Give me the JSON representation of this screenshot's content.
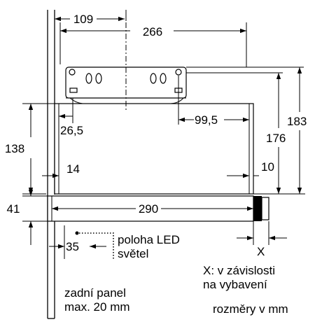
{
  "dimensions": {
    "d109": "109",
    "d266": "266",
    "d26_5": "26,5",
    "d99_5": "99,5",
    "d138": "138",
    "d176": "176",
    "d183": "183",
    "d14": "14",
    "d10": "10",
    "d41": "41",
    "d290": "290",
    "d35": "35",
    "dX": "X"
  },
  "notes": {
    "led_line1": "poloha LED",
    "led_line2": "světel",
    "x_line1": "X: v závislosti",
    "x_line2": "na vybavení",
    "panel_line1": "zadní panel",
    "panel_line2": "max. 20 mm",
    "units": "rozměry v mm"
  }
}
